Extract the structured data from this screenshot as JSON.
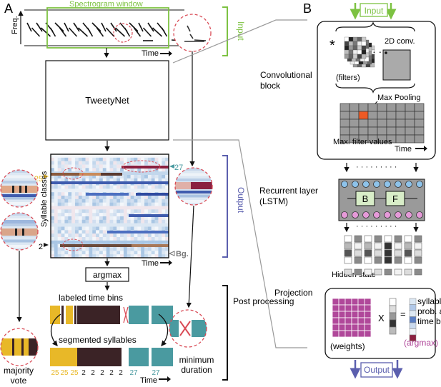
{
  "panelA": {
    "letter": "A",
    "spectrogram_window": "Spectrogram window",
    "freq_label": "Freq.",
    "time_label": "Time",
    "input_label": "Input",
    "network": "TweetyNet",
    "syllable_classes": "Syllable classes",
    "class_top": "25",
    "class_right": "27",
    "class_bottom": "2",
    "bg_label": "Bg.",
    "output_label": "Output",
    "argmax": "argmax",
    "labeled_time_bins": "labeled time bins",
    "segmented_syllables": "segmented syllables",
    "majority_vote": "majority\nvote",
    "minimum_duration": "minimum\nduration",
    "post_processing": "Post\nprocessing",
    "segment_labels": [
      "25",
      "25",
      "25",
      "2",
      "2",
      "2",
      "2",
      "2",
      "27",
      "27"
    ]
  },
  "panelB": {
    "letter": "B",
    "input": "Input",
    "output": "Output",
    "conv_block": "Convolutional\nblock",
    "filters": "(filters)",
    "conv2d": "2D conv.",
    "max_pooling": "Max Pooling",
    "max_filter_values": "Max.\nfilter values",
    "time_label": "Time",
    "recurrent_layer": "Recurrent layer\n(LSTM)",
    "lstm_b": "B",
    "lstm_f": "F",
    "hidden_state": "Hidden\nstate",
    "projection": "Projection",
    "weights": "(weights)",
    "times": "X",
    "equals": "=",
    "syllable_prob": "syllable\nprob. at\ntime bin 't'",
    "argmax": "(argmax)"
  },
  "colors": {
    "input_green": "#7dc242",
    "output_blue": "#5b5fae",
    "teal": "#4a9aa0",
    "dark_brown": "#3b2326",
    "gold": "#e8b828",
    "red_dashed": "#d94b56",
    "magenta": "#b0489a",
    "maroon": "#8a2040"
  }
}
